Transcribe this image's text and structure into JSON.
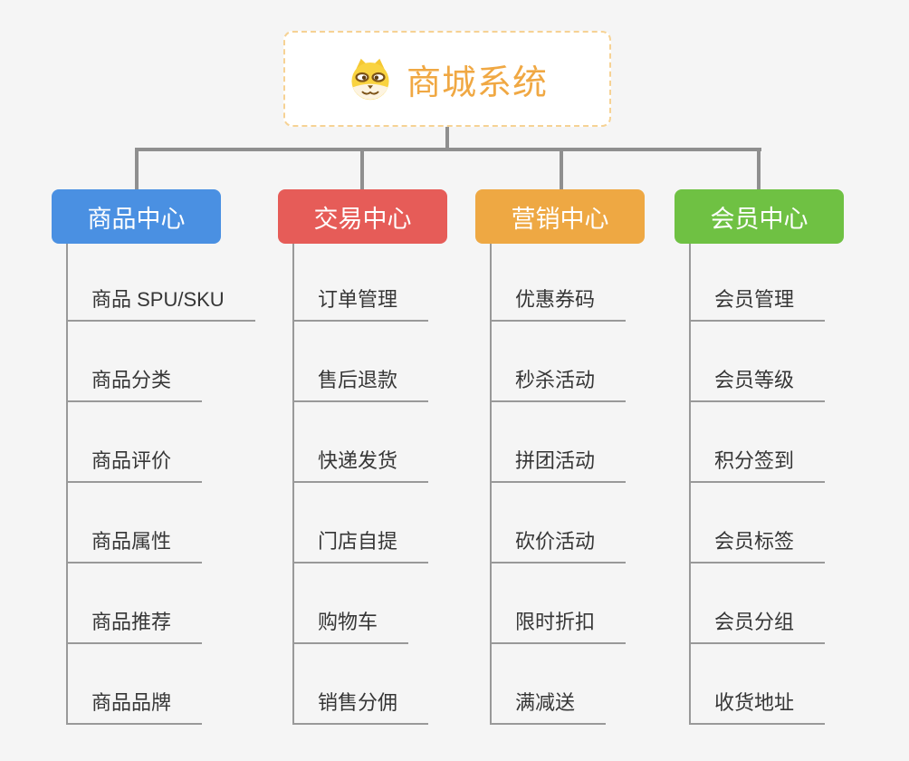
{
  "root": {
    "title": "商城系统",
    "icon": "dog-face-icon",
    "accent_color": "#f0a843",
    "border_color": "#f6d294"
  },
  "colors": {
    "background": "#f5f5f5",
    "connector": "#8f8f8f",
    "leaf_line": "#999999",
    "leaf_text": "#363636"
  },
  "branches": [
    {
      "label": "商品中心",
      "color": "#4a90e2",
      "items": [
        "商品 SPU/SKU",
        "商品分类",
        "商品评价",
        "商品属性",
        "商品推荐",
        "商品品牌"
      ]
    },
    {
      "label": "交易中心",
      "color": "#e65c58",
      "items": [
        "订单管理",
        "售后退款",
        "快递发货",
        "门店自提",
        "购物车",
        "销售分佣"
      ]
    },
    {
      "label": "营销中心",
      "color": "#eea843",
      "items": [
        "优惠券码",
        "秒杀活动",
        "拼团活动",
        "砍价活动",
        "限时折扣",
        "满减送"
      ]
    },
    {
      "label": "会员中心",
      "color": "#6fc143",
      "items": [
        "会员管理",
        "会员等级",
        "积分签到",
        "会员标签",
        "会员分组",
        "收货地址"
      ]
    }
  ]
}
